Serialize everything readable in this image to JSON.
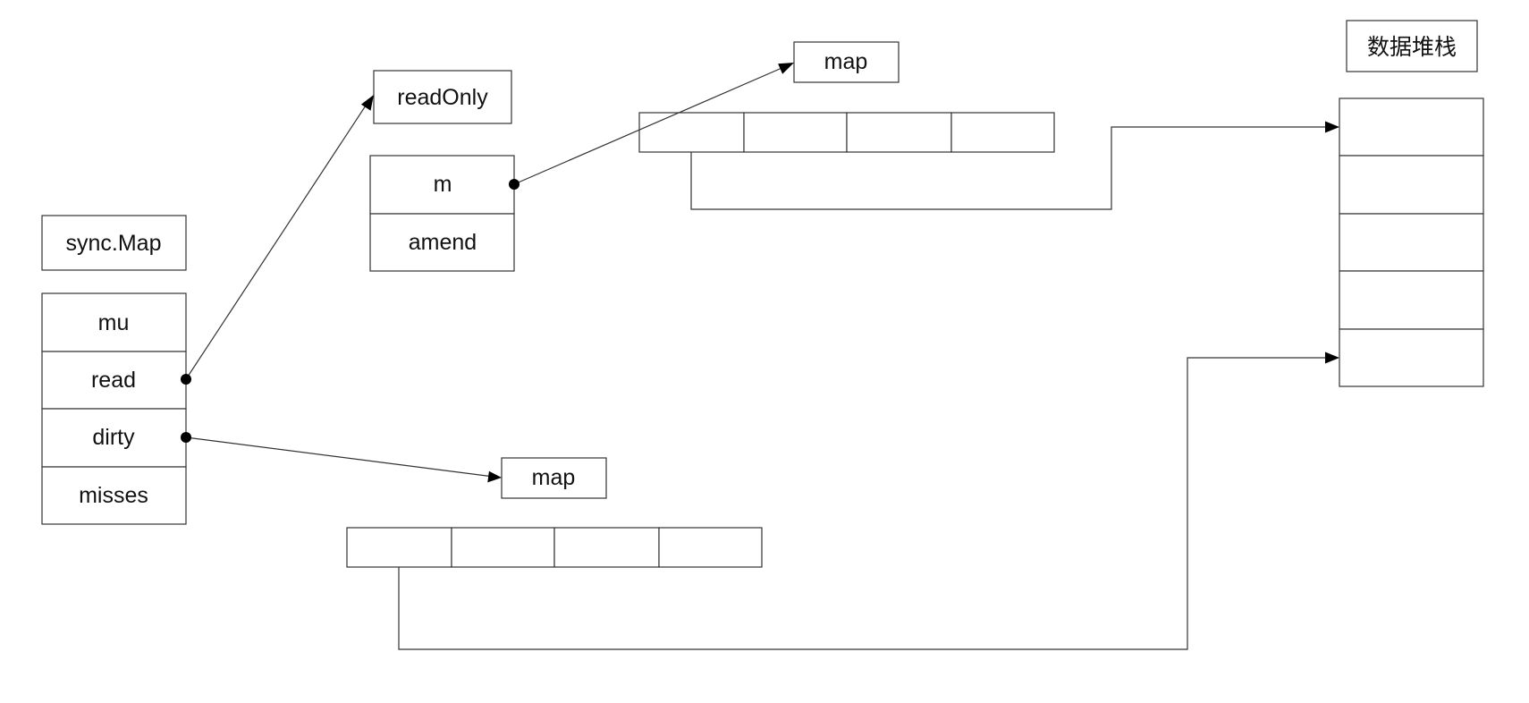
{
  "sync_map": {
    "title": "sync.Map",
    "fields": [
      "mu",
      "read",
      "dirty",
      "misses"
    ]
  },
  "read_only": {
    "title": "readOnly",
    "fields": [
      "m",
      "amend"
    ]
  },
  "read_map": {
    "title": "map",
    "cells": 4
  },
  "dirty_map": {
    "title": "map",
    "cells": 4
  },
  "data_stack": {
    "title": "数据堆栈",
    "cells": 5
  }
}
